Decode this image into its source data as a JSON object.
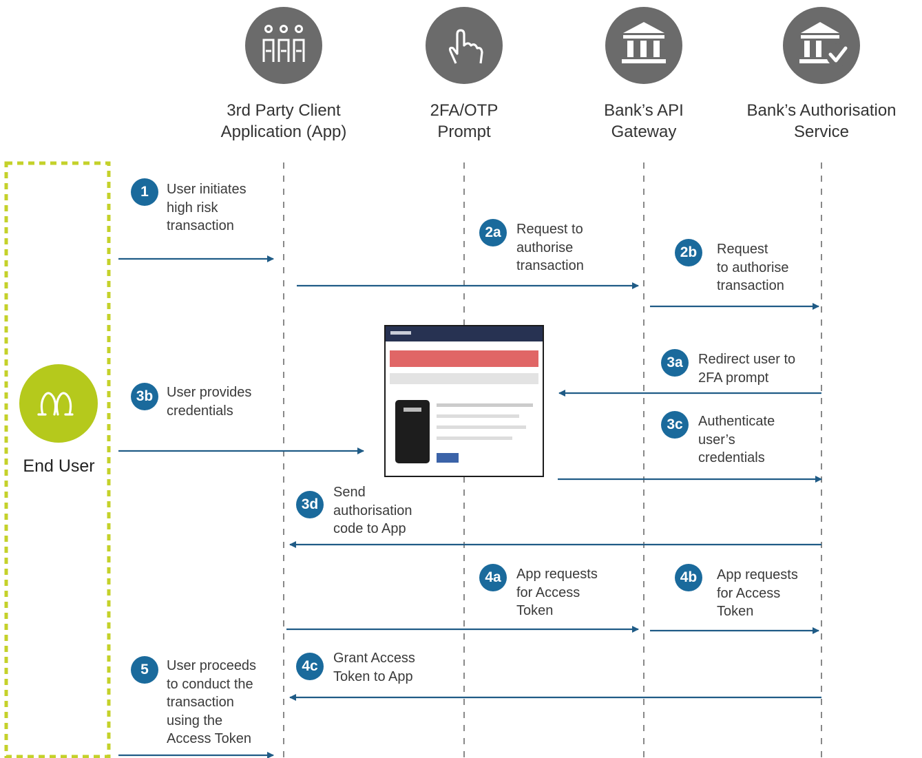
{
  "actors": [
    {
      "id": "app",
      "label": "3rd Party Client\nApplication (App)",
      "icon": "people-icon"
    },
    {
      "id": "otp",
      "label": "2FA/OTP\nPrompt",
      "icon": "hand-pointer-icon"
    },
    {
      "id": "gateway",
      "label": "Bank’s API\nGateway",
      "icon": "bank-icon"
    },
    {
      "id": "auth",
      "label": "Bank’s Authorisation\nService",
      "icon": "bank-check-icon"
    }
  ],
  "end_user": {
    "label": "End User",
    "icon": "user-group-icon"
  },
  "steps": [
    {
      "id": "1",
      "badge": "1",
      "text": "User initiates\nhigh risk\ntransaction"
    },
    {
      "id": "2a",
      "badge": "2a",
      "text": "Request to\nauthorise\ntransaction"
    },
    {
      "id": "2b",
      "badge": "2b",
      "text": "Request\nto authorise\ntransaction"
    },
    {
      "id": "3a",
      "badge": "3a",
      "text": "Redirect user to\n2FA prompt"
    },
    {
      "id": "3b",
      "badge": "3b",
      "text": "User provides\ncredentials"
    },
    {
      "id": "3c",
      "badge": "3c",
      "text": "Authenticate\nuser’s\ncredentials"
    },
    {
      "id": "3d",
      "badge": "3d",
      "text": "Send\nauthorisation\ncode to App"
    },
    {
      "id": "4a",
      "badge": "4a",
      "text": "App requests\nfor Access\nToken"
    },
    {
      "id": "4b",
      "badge": "4b",
      "text": "App requests\nfor Access\nToken"
    },
    {
      "id": "4c",
      "badge": "4c",
      "text": "Grant Access\nToken to App"
    },
    {
      "id": "5",
      "badge": "5",
      "text": "User proceeds\nto conduct the\ntransaction\nusing  the\nAccess Token"
    }
  ],
  "colors": {
    "badge": "#1a6a9c",
    "arrow": "#1f5b86",
    "icon_circle": "#6b6b6b",
    "end_user_circle": "#b5c91c",
    "end_user_border": "#c4d12a"
  }
}
